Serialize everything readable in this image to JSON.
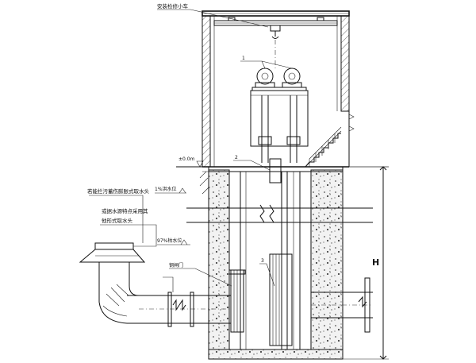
{
  "labels": {
    "crane": "安装检修小车",
    "level_zero": "±0.0m",
    "high_water": "1%洪水位",
    "low_water": "97%枯水位",
    "gate": "钢闸门",
    "intake_head": "若能拦污蓄伤膨胀式取水头",
    "intake_note_1": "或据水源特点采用其",
    "intake_note_2": "他形式取水头",
    "callout_1": "1",
    "callout_2": "2",
    "callout_3": "3",
    "height_dim": "H"
  }
}
